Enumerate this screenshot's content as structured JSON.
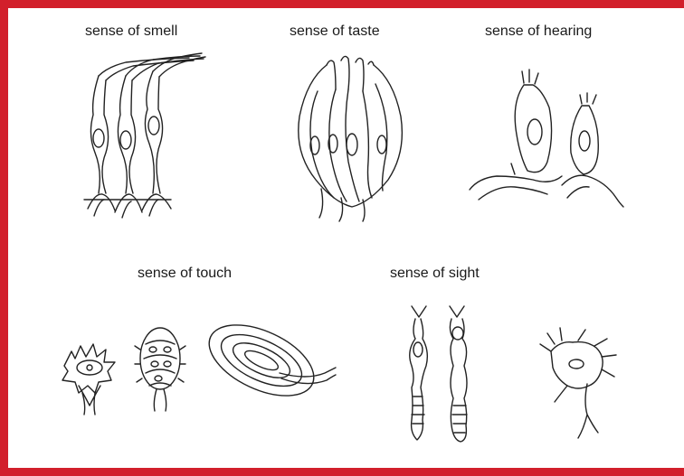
{
  "labels": {
    "smell": "sense of smell",
    "taste": "sense of taste",
    "hearing": "sense of hearing",
    "touch": "sense of touch",
    "sight": "sense of sight"
  },
  "colors": {
    "border": "#d21f2b",
    "background": "#ffffff",
    "ink": "#222222"
  }
}
